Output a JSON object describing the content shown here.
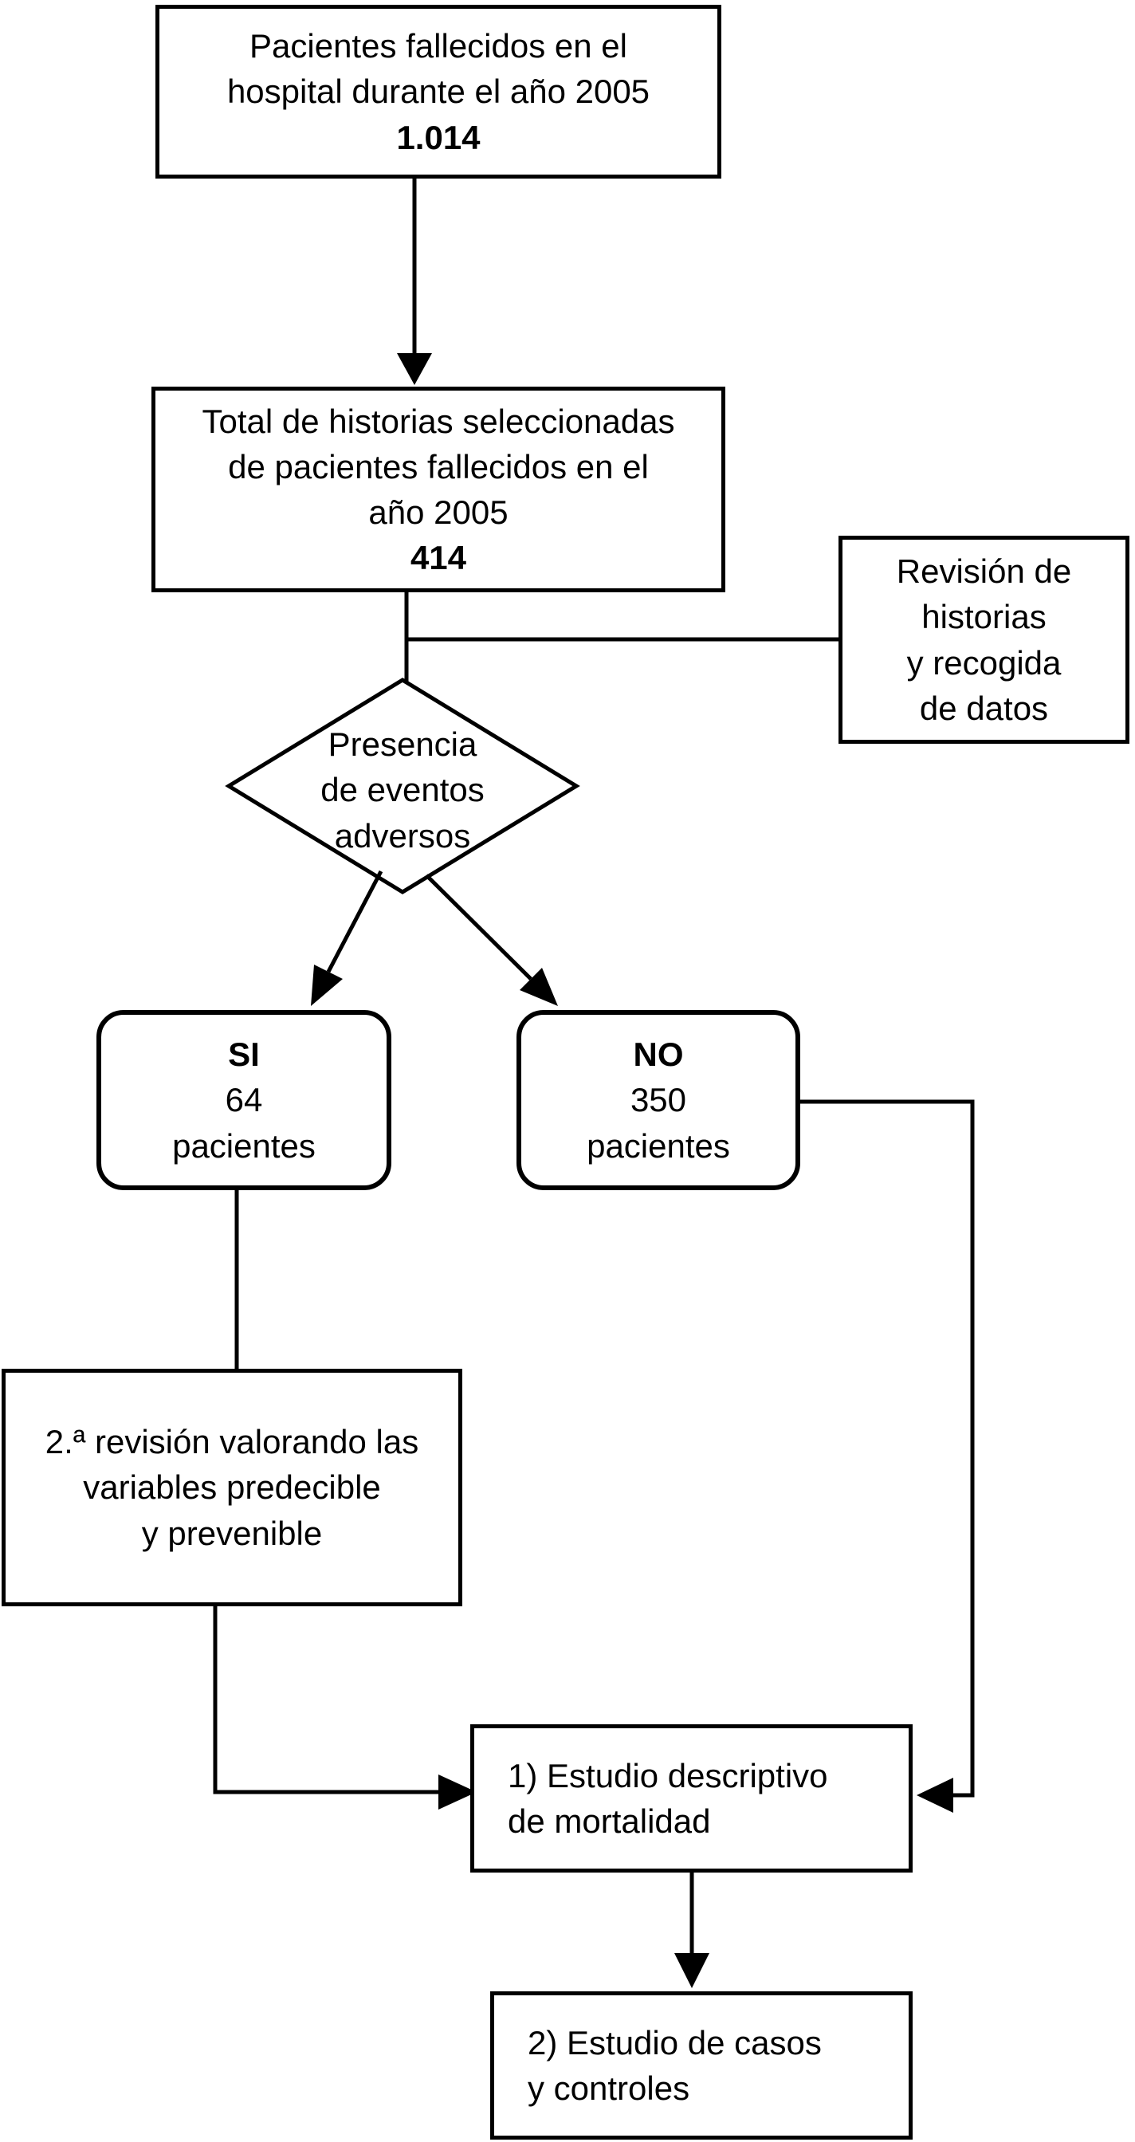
{
  "colors": {
    "ink": "#000000",
    "paper": "#ffffff"
  },
  "nodes": {
    "deceased": {
      "lines": [
        "Pacientes fallecidos en el",
        "hospital durante el año 2005"
      ],
      "value": "1.014"
    },
    "selected": {
      "lines": [
        "Total de historias seleccionadas",
        "de pacientes fallecidos en el",
        "año 2005"
      ],
      "value": "414"
    },
    "review": {
      "lines": [
        "Revisión de",
        "historias",
        "y recogida",
        "de datos"
      ]
    },
    "decision": {
      "lines": [
        "Presencia",
        "de eventos",
        "adversos"
      ]
    },
    "yes": {
      "label": "SI",
      "value": "64",
      "unit": "pacientes"
    },
    "no": {
      "label": "NO",
      "value": "350",
      "unit": "pacientes"
    },
    "second_review": {
      "lines": [
        "2.ª revisión valorando las",
        "variables predecible",
        "y prevenible"
      ]
    },
    "descriptive_study": {
      "lines": [
        "1) Estudio descriptivo",
        "de mortalidad"
      ]
    },
    "case_control": {
      "lines": [
        "2) Estudio de casos",
        "y controles"
      ]
    }
  }
}
